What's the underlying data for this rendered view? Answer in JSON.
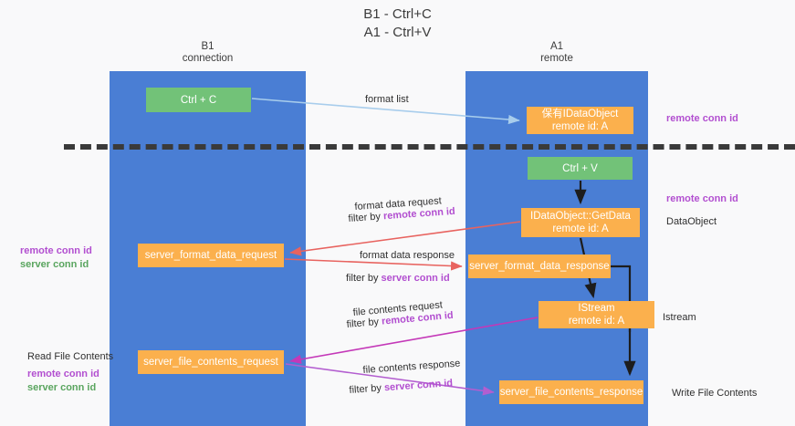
{
  "title": {
    "line1": "B1 - Ctrl+C",
    "line2": "A1 - Ctrl+V"
  },
  "lanes": [
    {
      "id": "b1",
      "name": "B1",
      "subtitle": "connection",
      "color": "#4a7ed4"
    },
    {
      "id": "a1",
      "name": "A1",
      "subtitle": "remote",
      "color": "#4a7ed4"
    }
  ],
  "nodes": [
    {
      "id": "ctrl-c",
      "line1": "Ctrl + C",
      "line2": "",
      "color": "#72c278",
      "lane": "b1"
    },
    {
      "id": "idataobject",
      "line1": "保有IDataObject",
      "line2": "remote id: A",
      "color": "#fbb04d",
      "lane": "a1"
    },
    {
      "id": "ctrl-v",
      "line1": "Ctrl + V",
      "line2": "",
      "color": "#72c278",
      "lane": "a1"
    },
    {
      "id": "getdata",
      "line1": "IDataObject::GetData",
      "line2": "remote id: A",
      "color": "#fbb04d",
      "lane": "a1"
    },
    {
      "id": "server-format-data-request",
      "line1": "server_format_data_request",
      "line2": "",
      "color": "#fbb04d",
      "lane": "b1"
    },
    {
      "id": "server-format-data-response",
      "line1": "server_format_data_response",
      "line2": "",
      "color": "#fbb04d",
      "lane": "a1"
    },
    {
      "id": "istream",
      "line1": "IStream",
      "line2": "remote id: A",
      "color": "#fbb04d",
      "lane": "a1"
    },
    {
      "id": "server-file-contents-request",
      "line1": "server_file_contents_request",
      "line2": "",
      "color": "#fbb04d",
      "lane": "b1"
    },
    {
      "id": "server-file-contents-response",
      "line1": "server_file_contents_response",
      "line2": "",
      "color": "#fbb04d",
      "lane": "a1"
    }
  ],
  "edge_labels": {
    "format_list": "format list",
    "format_data_request": "format data request",
    "format_data_request_filter_prefix": "filter by ",
    "format_data_request_filter_key": "remote conn id",
    "format_data_response": "format data response",
    "format_data_response_filter_prefix": "filter by ",
    "format_data_response_filter_key": "server conn id",
    "file_contents_request": "file contents request",
    "file_contents_request_filter_prefix": "filter by ",
    "file_contents_request_filter_key": "remote conn id",
    "file_contents_response": "file contents response",
    "file_contents_response_filter_prefix": "filter by ",
    "file_contents_response_filter_key": "server conn id"
  },
  "annotations": {
    "right_remote_conn_id_top": "remote conn id",
    "right_remote_conn_id_mid": "remote conn id",
    "right_dataobject": "DataObject",
    "right_istream": "Istream",
    "right_write_file_contents": "Write File Contents",
    "left_remote_conn_id": "remote conn id",
    "left_server_conn_id": "server conn id",
    "left_read_file_contents": "Read File Contents",
    "left_remote_conn_id_2": "remote conn id",
    "left_server_conn_id_2": "server conn id"
  },
  "colors": {
    "lane": "#4a7ed4",
    "node_green": "#72c278",
    "node_orange": "#fbb04d",
    "violet_key": "#b24fd0",
    "green_key": "#5aa55f",
    "arrow_blue": "#a8cdec",
    "arrow_red": "#e8635f",
    "arrow_magenta": "#c438b8",
    "arrow_purple": "#b35ed0",
    "arrow_black": "#1d1d1d",
    "divider": "#3a3a3a",
    "background": "#f9f9fa"
  }
}
